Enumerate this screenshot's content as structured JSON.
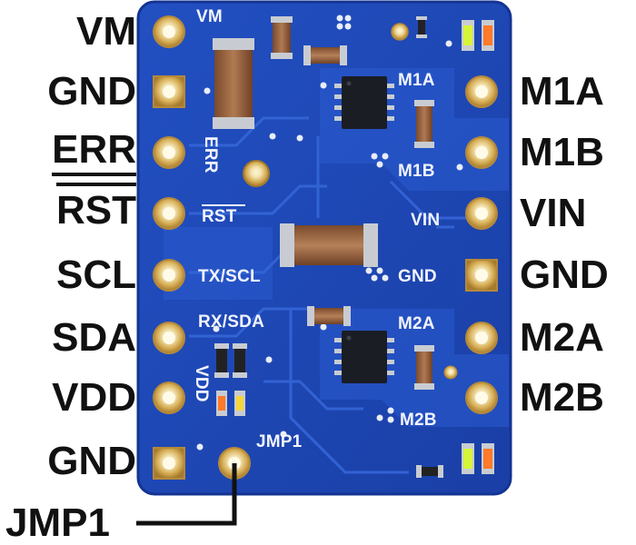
{
  "left_pins": [
    {
      "label": "VM",
      "style": "plain"
    },
    {
      "label": "GND",
      "style": "plain"
    },
    {
      "label": "ERR",
      "style": "underline"
    },
    {
      "label": "RST",
      "style": "overline"
    },
    {
      "label": "SCL",
      "style": "plain"
    },
    {
      "label": "SDA",
      "style": "plain"
    },
    {
      "label": "VDD",
      "style": "plain"
    },
    {
      "label": "GND",
      "style": "plain"
    }
  ],
  "right_pins": [
    {
      "label": "M1A"
    },
    {
      "label": "M1B"
    },
    {
      "label": "VIN"
    },
    {
      "label": "GND"
    },
    {
      "label": "M2A"
    },
    {
      "label": "M2B"
    }
  ],
  "callout": {
    "label": "JMP1"
  },
  "silkscreen": {
    "vm": "VM",
    "err": "ERR",
    "rst": "RST",
    "tx_scl": "TX/SCL",
    "rx_sda": "RX/SDA",
    "vdd": "VDD",
    "jmp1": "JMP1",
    "m1a": "M1A",
    "m1b": "M1B",
    "vin": "VIN",
    "gnd": "GND",
    "m2a": "M2A",
    "m2b": "M2B"
  },
  "colors": {
    "board": "#1f49b8",
    "board_edge": "#163a99",
    "trace": "#2857c9",
    "gold": "#d9b45a",
    "silkscreen": "#f2f4ff",
    "led_green": "#d6f53a",
    "led_orange": "#ff7a2a",
    "label_text": "#111111"
  }
}
